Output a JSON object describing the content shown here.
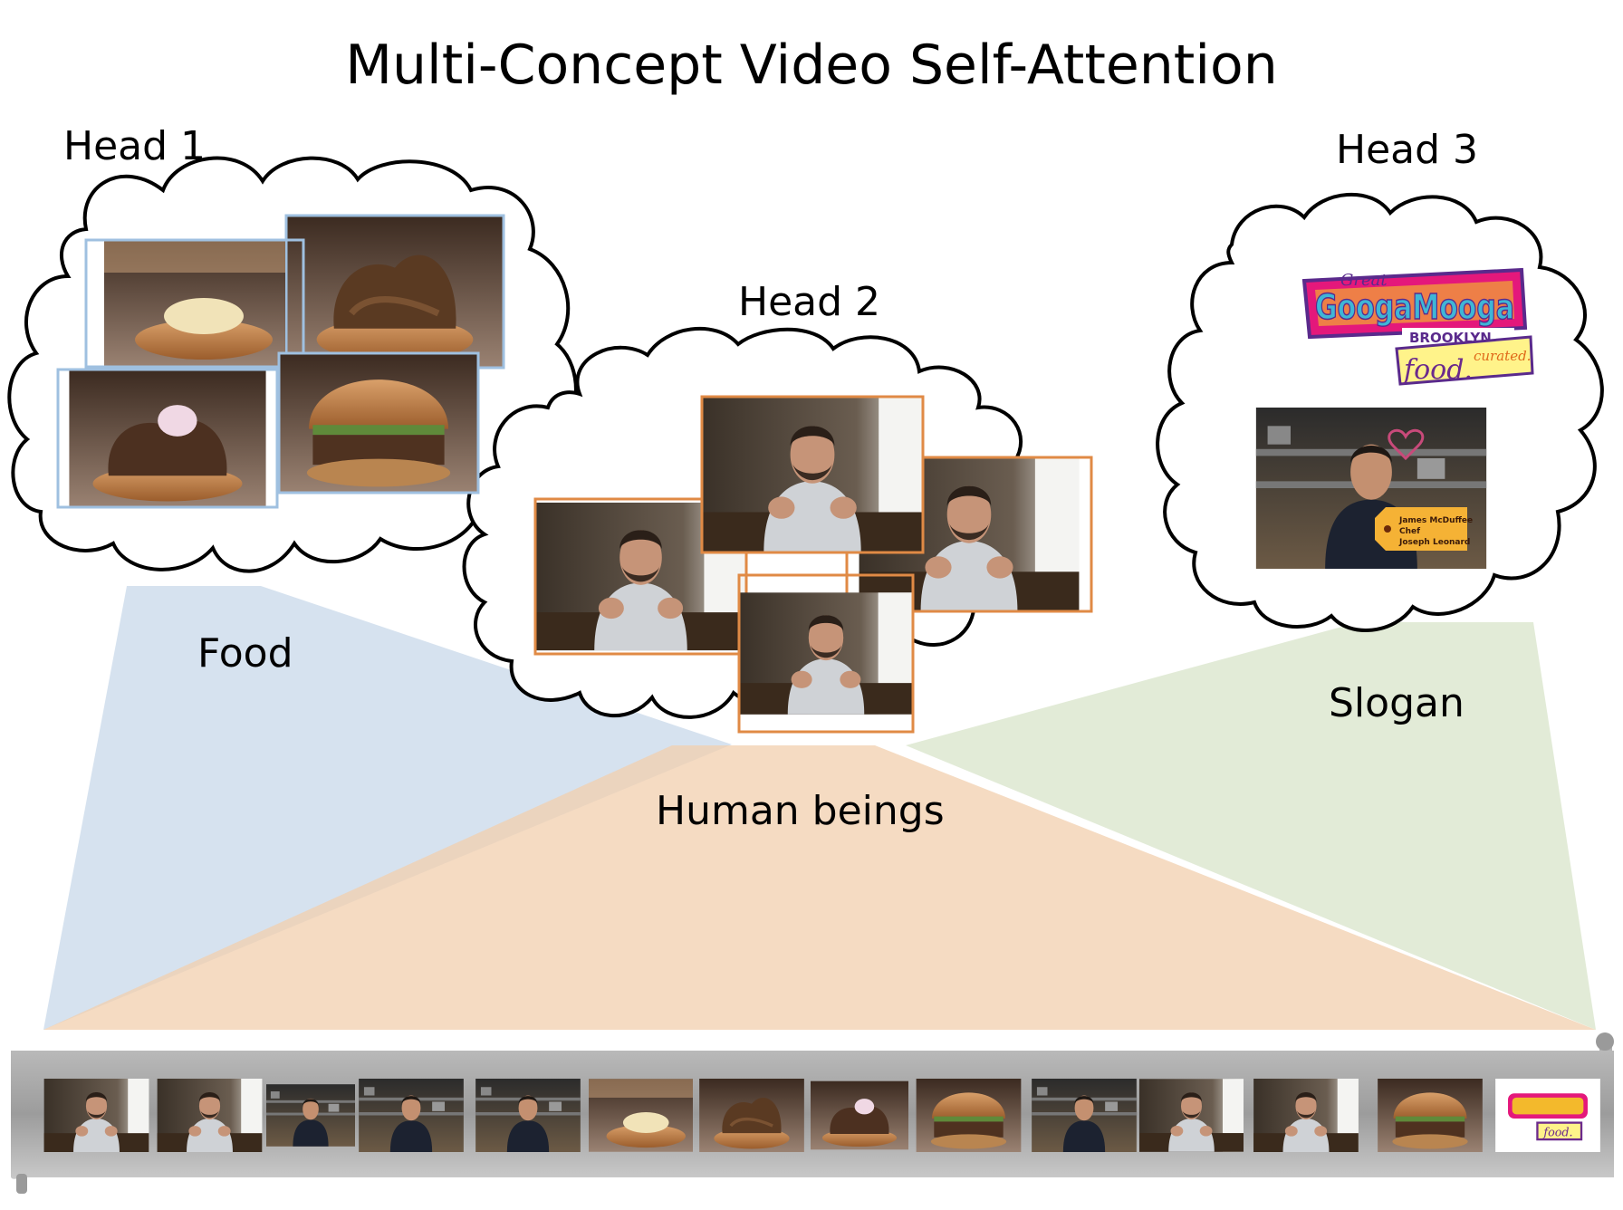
{
  "title": "Multi-Concept Video Self-Attention",
  "heads": [
    {
      "label": "Head 1",
      "concept": "Food"
    },
    {
      "label": "Head 2",
      "concept": "Human beings"
    },
    {
      "label": "Head 3",
      "concept": "Slogan"
    }
  ],
  "logo": {
    "line1": "Great",
    "line2": "GoogaMooga",
    "line3": "BROOKLYN",
    "line4": "food.",
    "line5": "curated."
  },
  "name_tag": {
    "line1": "James McDuffee",
    "line2": "Chef",
    "line3": "Joseph Leonard"
  },
  "colors": {
    "head1_beam": "#c5d6e8",
    "head2_beam": "#f2cfae",
    "head3_beam": "#d6e3c6",
    "head1_frame": "#9fc0e0",
    "head2_frame": "#e08a45",
    "filmstrip": "#a8a8a8"
  }
}
